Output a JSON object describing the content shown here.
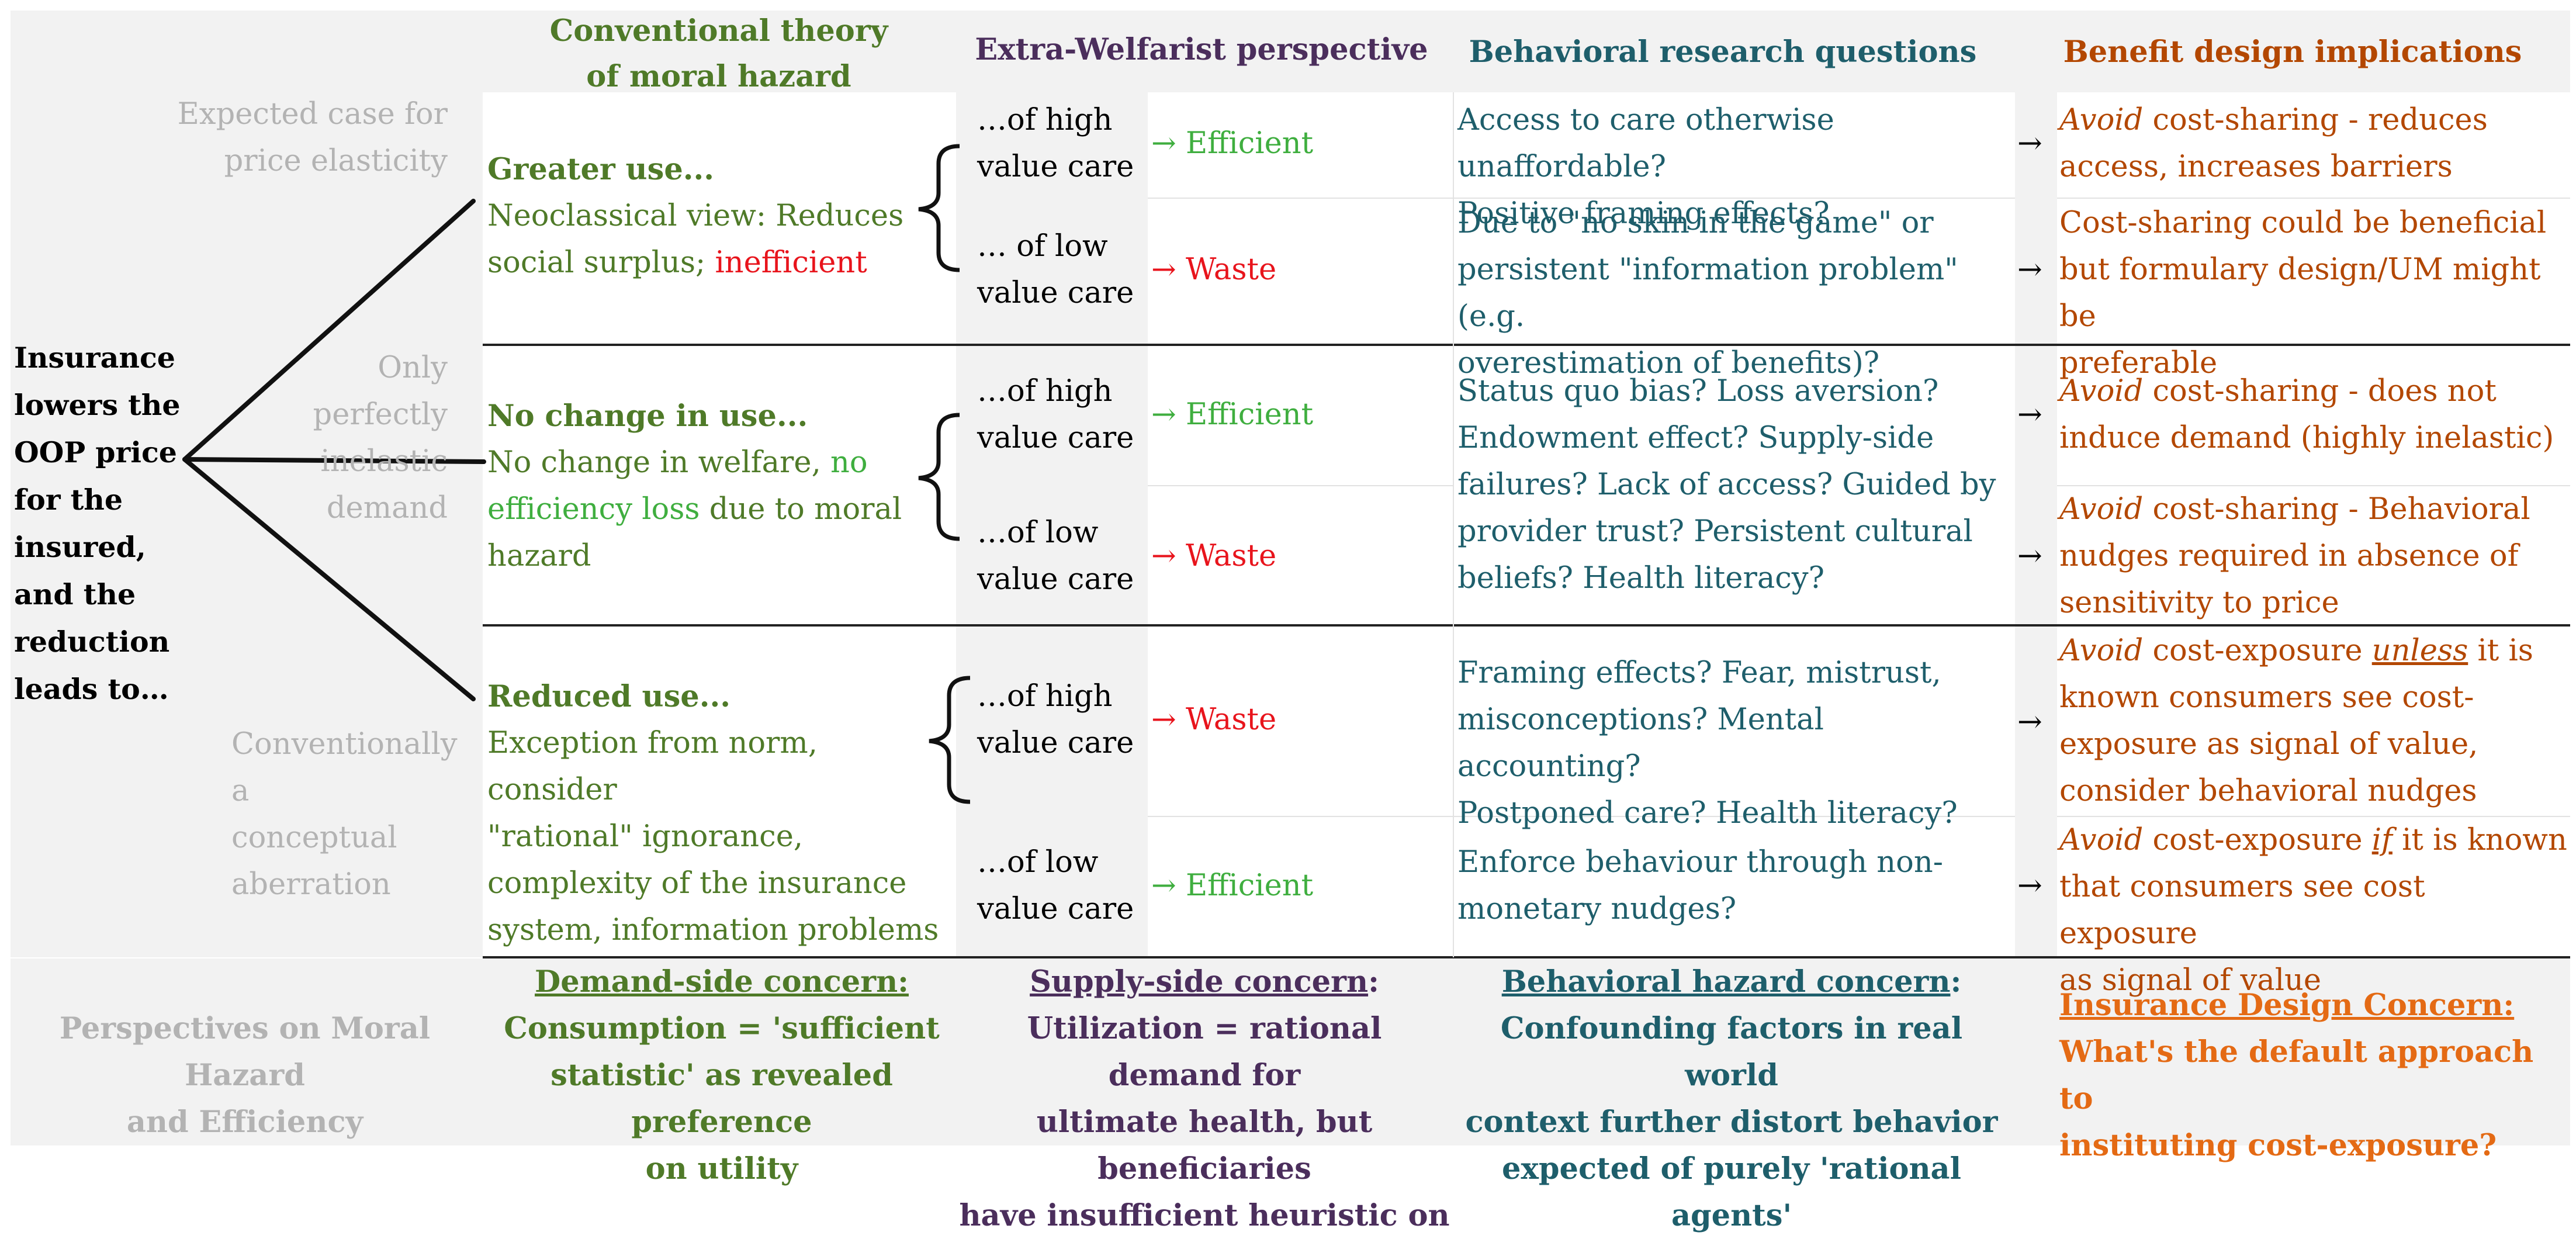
{
  "headers": {
    "conventional": [
      "Conventional theory",
      "of moral hazard"
    ],
    "extra_welfarist": "Extra-Welfarist perspective",
    "behavioral": "Behavioral research questions",
    "benefit": "Benefit design implications"
  },
  "intro": {
    "lines": [
      "Insurance",
      "lowers the",
      "OOP price",
      "for the",
      "insured,",
      "and the",
      "reduction",
      "leads to…"
    ]
  },
  "side_labels": {
    "expected": [
      "Expected case for",
      "price elasticity"
    ],
    "inelastic": [
      "Only",
      "perfectly",
      "inelastic",
      "demand"
    ],
    "aberration": [
      "Conventionally a",
      "conceptual",
      "aberration"
    ]
  },
  "rows": [
    {
      "title": "Greater use...",
      "desc_lines": [
        "Neoclassical view: Reduces",
        "social surplus; "
      ],
      "desc_highlight": "inefficient",
      "care": [
        {
          "lines": [
            "…of high",
            "value care"
          ],
          "outcome": "→ Efficient",
          "questions": [
            "Access to care otherwise unaffordable?",
            "Positive framing effects?"
          ],
          "implication_em": "Avoid",
          "implication_lines": [
            " cost-sharing - reduces",
            "access, increases barriers"
          ]
        },
        {
          "lines": [
            "… of low",
            "value care"
          ],
          "outcome": "→ Waste",
          "questions": [
            "Due to \"no skin in the game\" or",
            "persistent \"information problem\" (e.g.",
            "overestimation of benefits)?"
          ],
          "implication_em": "",
          "implication_lines": [
            "Cost-sharing could be beneficial",
            "but formulary design/UM might be",
            "preferable"
          ]
        }
      ]
    },
    {
      "title": "No change in use...",
      "desc_a": "No change in welfare, ",
      "desc_b": "no",
      "desc_c": "efficiency loss",
      "desc_d": " due to moral",
      "desc_e": "hazard",
      "care": [
        {
          "lines": [
            "…of high",
            "value care"
          ],
          "outcome": "→ Efficient",
          "implication_em": "Avoid",
          "implication_lines": [
            " cost-sharing - does not",
            "induce demand (highly inelastic)"
          ]
        },
        {
          "lines": [
            "…of low",
            "value care"
          ],
          "outcome": "→ Waste",
          "implication_em": "Avoid",
          "implication_lines": [
            " cost-sharing - Behavioral",
            "nudges required in absence of",
            "sensitivity to price"
          ]
        }
      ],
      "questions": [
        "Status quo bias? Loss aversion?",
        "Endowment effect? Supply-side",
        "failures? Lack of access? Guided by",
        "provider trust? Persistent cultural",
        "beliefs? Health literacy?"
      ]
    },
    {
      "title": "Reduced use...",
      "desc_lines": [
        "Exception from norm, consider",
        "\"rational\" ignorance,",
        "complexity of the insurance",
        "system, information problems"
      ],
      "care": [
        {
          "lines": [
            "…of high",
            "value care"
          ],
          "outcome": "→ Waste",
          "questions": [
            "Framing effects? Fear, mistrust,",
            "misconceptions? Mental accounting?",
            "Postponed care? Health literacy?"
          ],
          "implication_em": "Avoid",
          "implication_mid": " cost-exposure ",
          "implication_em2": "unless",
          "implication_tail": " it is",
          "implication_lines": [
            "known consumers see cost-",
            "exposure as signal of value,",
            "consider behavioral nudges"
          ]
        },
        {
          "lines": [
            "…of low",
            "value care"
          ],
          "outcome": "→ Efficient",
          "questions": [
            "Enforce behaviour through non-",
            "monetary nudges?"
          ],
          "implication_em": "Avoid",
          "implication_mid": " cost-exposure ",
          "implication_em2": "if",
          "implication_tail": " it is known",
          "implication_lines": [
            "that consumers see cost exposure",
            "as signal of value"
          ]
        }
      ]
    }
  ],
  "footer": {
    "label": [
      "Perspectives on Moral Hazard",
      "and Efficiency"
    ],
    "demand": {
      "title": "Demand-side concern:",
      "lines": [
        "Consumption = 'sufficient",
        "statistic' as revealed preference",
        "on utility"
      ]
    },
    "supply": {
      "title": "Supply-side concern",
      "colon": ":",
      "lines": [
        "Utilization = rational demand for",
        "ultimate health, but beneficiaries",
        "have insufficient heuristic on"
      ]
    },
    "behavioral": {
      "title": "Behavioral hazard concern",
      "colon": ":",
      "lines": [
        "Confounding factors in real world",
        "context further distort behavior",
        "expected of purely 'rational agents'"
      ]
    },
    "insurance": {
      "title": "Insurance Design Concern:",
      "lines": [
        "What's the default approach to",
        "instituting cost-exposure?"
      ]
    }
  },
  "arrow": "→"
}
